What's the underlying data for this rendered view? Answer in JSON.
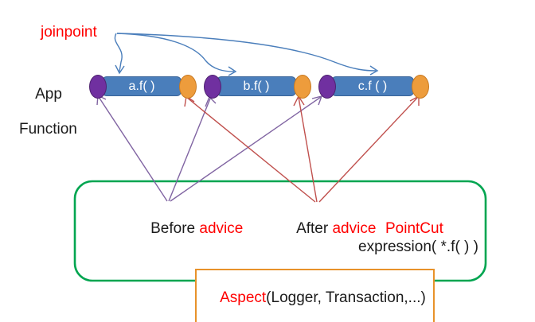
{
  "diagram": {
    "title_text": "joinpoint",
    "row_label": {
      "line1": "App",
      "line2": "Function"
    },
    "functions": [
      {
        "label": "a.f( )",
        "before_marker": "before-advice-joinpoint",
        "after_marker": "after-advice-joinpoint"
      },
      {
        "label": "b.f( )",
        "before_marker": "before-advice-joinpoint",
        "after_marker": "after-advice-joinpoint"
      },
      {
        "label": "c.f ( )",
        "before_marker": "before-advice-joinpoint",
        "after_marker": "after-advice-joinpoint"
      }
    ],
    "advice": {
      "before": {
        "prefix": "Before ",
        "keyword": "advice"
      },
      "after": {
        "prefix": "After ",
        "keyword": "advice"
      }
    },
    "pointcut": {
      "title": "PointCut",
      "expression": "expression( *.f( ) )"
    },
    "aspect": {
      "keyword": "Aspect",
      "args": "(Logger, Transaction,...)"
    },
    "colors": {
      "joinpoint_text": "#FF0000",
      "advice_keyword": "#FF0000",
      "pointcut_title": "#FF0000",
      "aspect_keyword": "#FF0000",
      "function_bar": "#4A7EBB",
      "before_marker": "#7030A0",
      "after_marker": "#ED9C3C",
      "aspect_border": "#E8922A",
      "container_border": "#00A550",
      "joinpoint_arrow": "#4A7EBB",
      "before_arrow": "#8064A2",
      "after_arrow": "#C0504D"
    }
  }
}
